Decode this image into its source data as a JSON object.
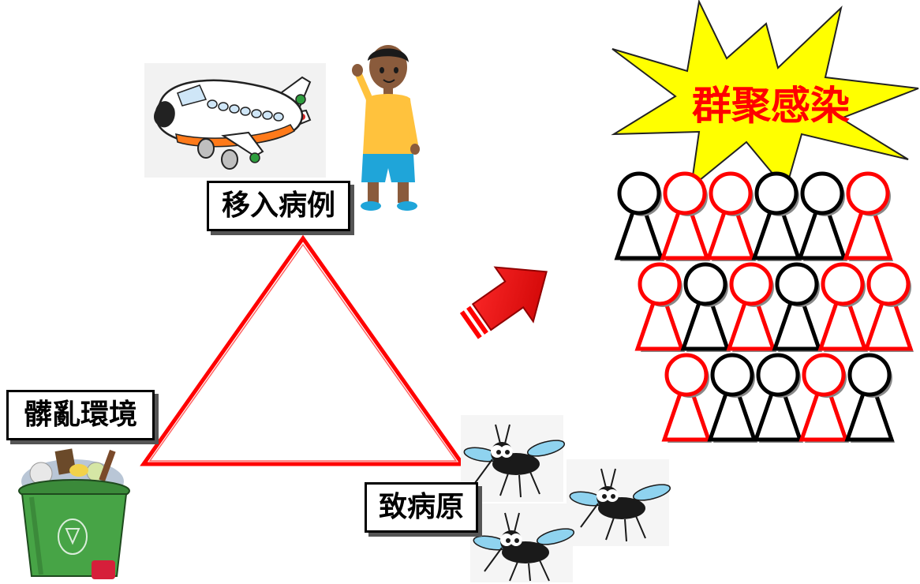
{
  "labels": {
    "imported_case": "移入病例",
    "messy_environment": "髒亂環境",
    "pathogen": "致病原",
    "cluster_infection": "群聚感染"
  },
  "icons": {
    "airplane": "airplane-icon",
    "child": "child-icon",
    "trash_bin": "trash-bin-icon",
    "mosquito": "mosquito-icon",
    "arrow": "arrow-right-icon",
    "person": "person-icon",
    "burst": "starburst-icon"
  },
  "colors": {
    "triangle": "#ff0000",
    "arrow": "#ff0000",
    "burst_fill": "#ffff00",
    "burst_text": "#ff0000",
    "person_red": "#ff0000",
    "person_black": "#000000"
  },
  "crowd": {
    "rows": [
      [
        "black",
        "red",
        "red",
        "black",
        "black",
        "red"
      ],
      [
        "red",
        "black",
        "red",
        "black",
        "red",
        "red"
      ],
      [
        "red",
        "black",
        "black",
        "red",
        "black"
      ]
    ]
  }
}
